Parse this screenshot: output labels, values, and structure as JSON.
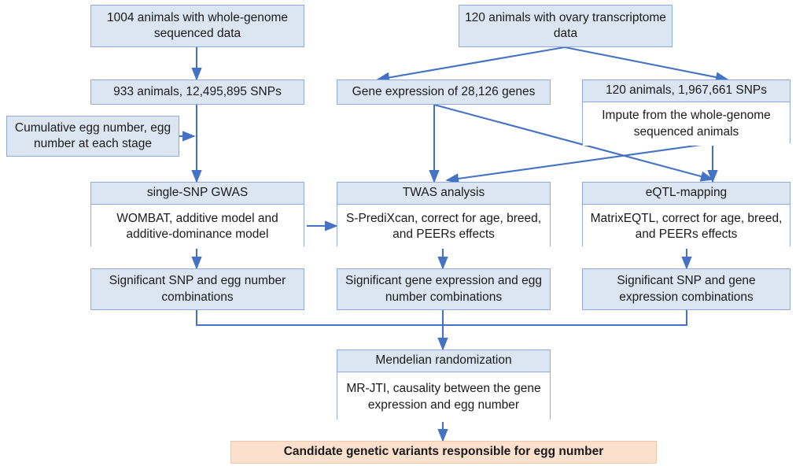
{
  "diagram": {
    "title": "Egg number GWAS / TWAS / eQTL analysis workflow",
    "colors": {
      "box_fill": "#dce6f2",
      "box_border": "#8faadc",
      "body_fill": "#ffffff",
      "arrow": "#4472c4",
      "final_fill": "#fbe0ce",
      "final_border": "#f3c6a8",
      "text": "#1a1a1a"
    },
    "nodes": {
      "wgs_animals": {
        "label": "1004 animals with whole-genome sequenced data"
      },
      "ovary_animals": {
        "label": "120 animals with ovary transcriptome data"
      },
      "snp_set": {
        "label": "933 animals, 12,495,895 SNPs"
      },
      "gene_expression": {
        "label": "Gene expression of 28,126 genes"
      },
      "imputed_snps": {
        "header": "120 animals, 1,967,661 SNPs",
        "body": "Impute from the whole-genome sequenced animals"
      },
      "phenotypes": {
        "label": "Cumulative egg number, egg number at each stage"
      },
      "gwas": {
        "header": "single-SNP GWAS",
        "body": "WOMBAT, additive model and additive-dominance model"
      },
      "twas": {
        "header": "TWAS analysis",
        "body": "S-PrediXcan, correct for age, breed, and PEERs effects"
      },
      "eqtl": {
        "header": "eQTL-mapping",
        "body": "MatrixEQTL, correct  for age, breed, and PEERs effects"
      },
      "gwas_result": {
        "label": "Significant SNP and egg number combinations"
      },
      "twas_result": {
        "label": "Significant gene expression and egg number combinations"
      },
      "eqtl_result": {
        "label": "Significant SNP and gene expression combinations"
      },
      "mendelian": {
        "header": "Mendelian randomization",
        "body": "MR-JTI, causality between the gene expression and egg number"
      },
      "conclusion": {
        "label": "Candidate genetic variants responsible for egg number"
      }
    }
  }
}
